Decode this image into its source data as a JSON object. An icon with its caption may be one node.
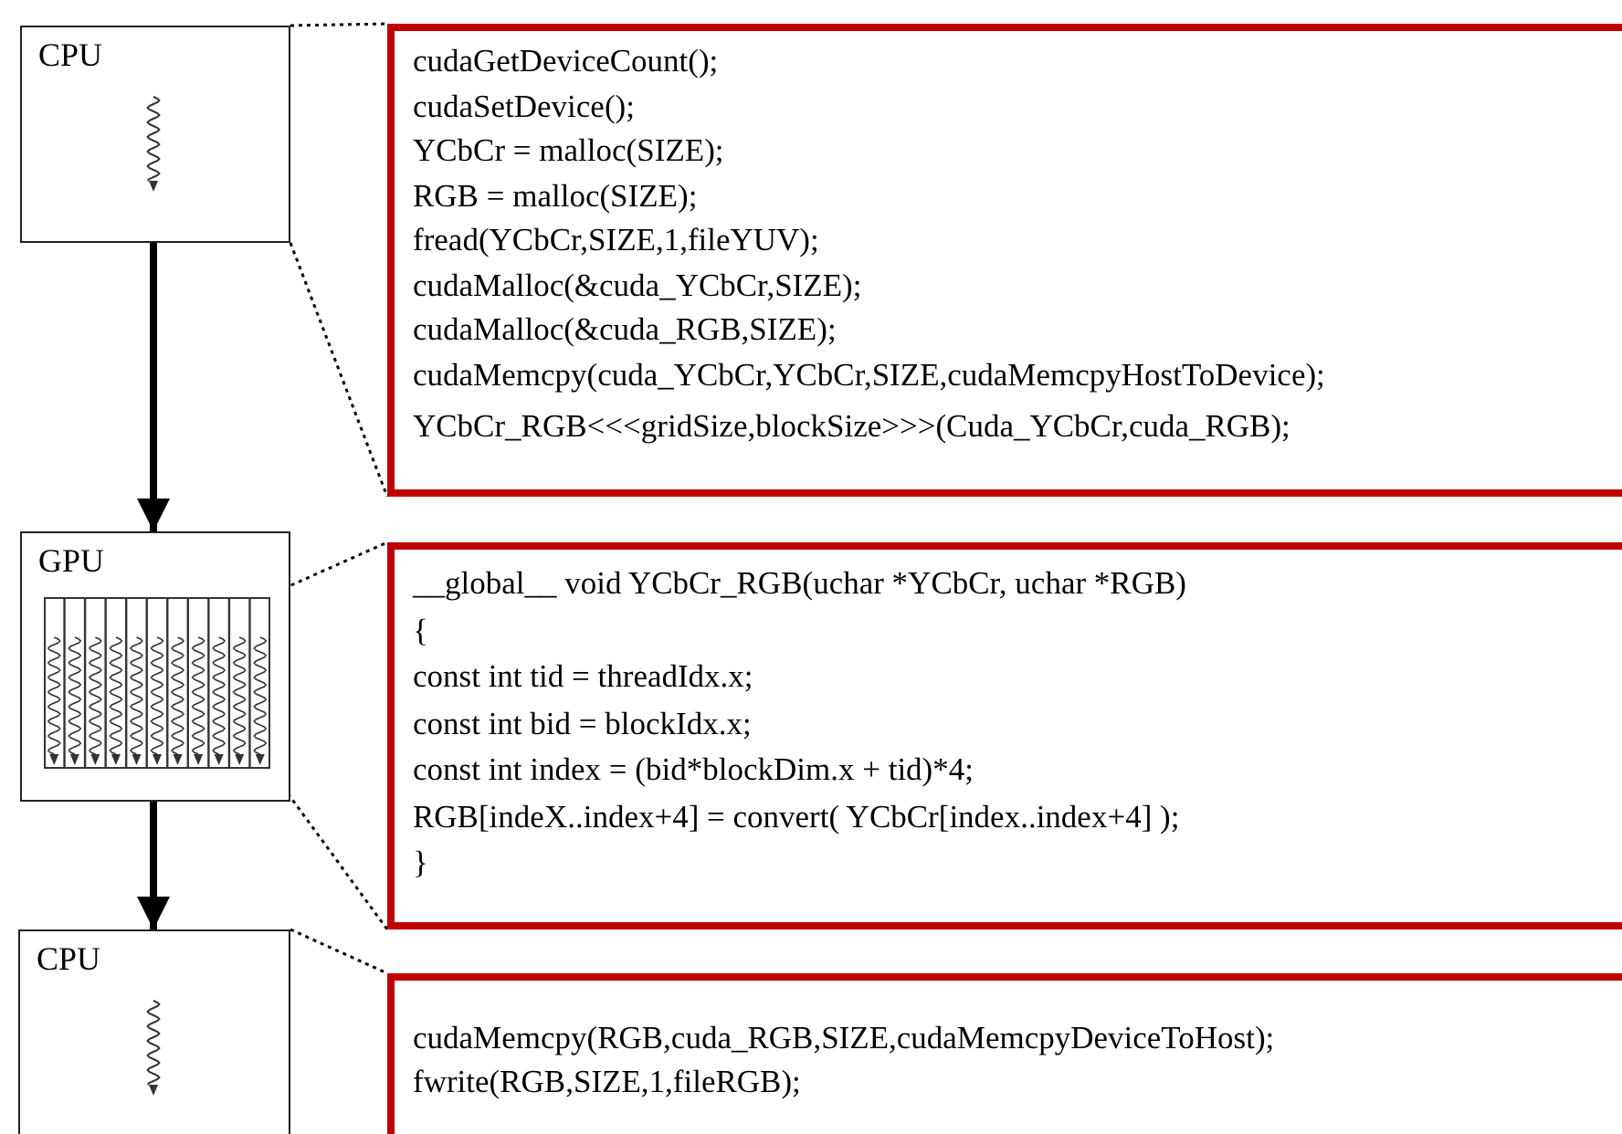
{
  "diagram": {
    "nodes": [
      {
        "text": [
          "CPU"
        ]
      },
      {
        "text": [
          "cudaGetDeviceCount();",
          "cudaSetDevice();",
          "YCbCr = malloc(SIZE);",
          "RGB = malloc(SIZE);",
          "fread(YCbCr,SIZE,1,fileYUV);",
          "cudaMalloc(&cuda_YCbCr,SIZE);",
          "cudaMalloc(&cuda_RGB,SIZE);",
          "cudaMemcpy(cuda_YCbCr,YCbCr,SIZE,cudaMemcpyHostToDevice);",
          "YCbCr_RGB<<<gridSize,blockSize>>>(Cuda_YCbCr,cuda_RGB);"
        ]
      },
      {
        "text": [
          "GPU"
        ]
      },
      {
        "text": [],
        "shape": "box",
        "in": 2
      },
      {
        "text": [
          "__global__ void YCbCr_RGB(uchar *YCbCr, uchar *RGB)",
          "{",
          "const int tid = threadIdx.x;",
          "const int bid = blockIdx.x;",
          "const int index = (bid*blockDim.x + tid)*4;",
          "RGB[indeX..index+4] = convert( YCbCr[index..index+4] );",
          "}"
        ]
      },
      {
        "text": [
          "CPU"
        ]
      },
      {
        "text": [
          "cudaMemcpy(RGB,cuda_RGB,SIZE,cudaMemcpyDeviceToHost);",
          "fwrite(RGB,SIZE,1,fileRGB);"
        ]
      }
    ],
    "edges": [
      {
        "from": 0,
        "to": 1,
        "arrow": "none",
        "style": "dashed"
      },
      {
        "from": 0,
        "to": 1,
        "arrow": "none",
        "style": "dashed"
      },
      {
        "from": 0,
        "to": 2,
        "arrow": "to",
        "style": "thick"
      },
      {
        "from": 3,
        "to": 4,
        "arrow": "none",
        "style": "dashed"
      },
      {
        "from": 3,
        "to": 4,
        "arrow": "none",
        "style": "dashed"
      },
      {
        "from": 2,
        "to": 5,
        "arrow": "to",
        "style": "thick"
      },
      {
        "from": 5,
        "to": 6,
        "arrow": "none",
        "style": "dashed"
      }
    ]
  }
}
